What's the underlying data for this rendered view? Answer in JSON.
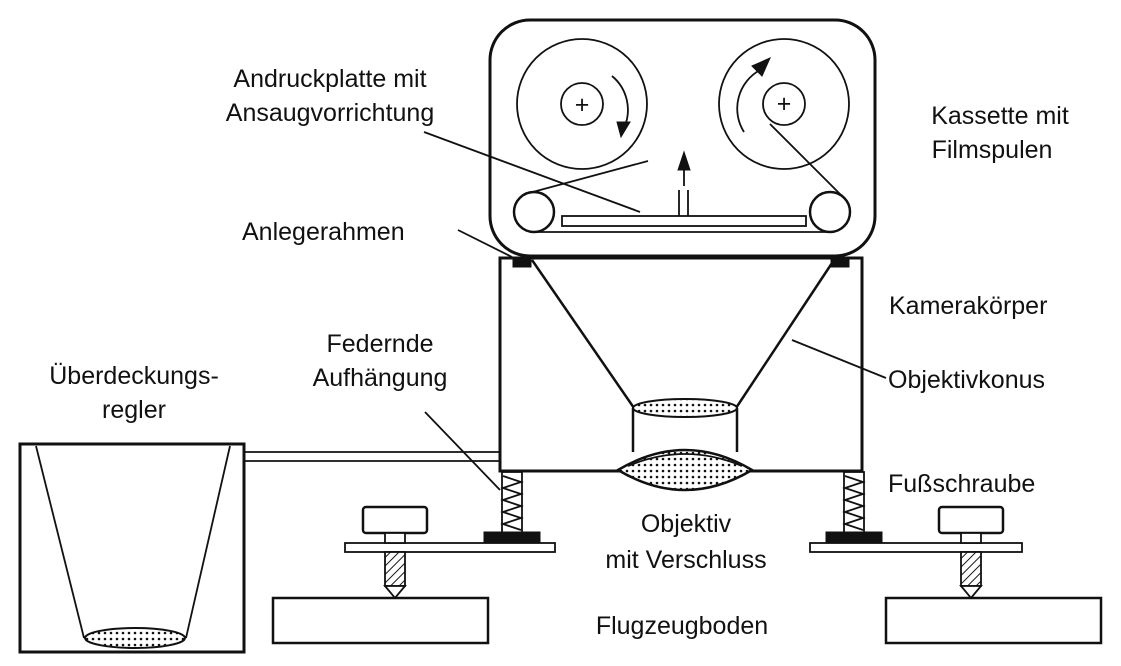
{
  "labels": {
    "andruckplatte_line1": "Andruckplatte mit",
    "andruckplatte_line2": "Ansaugvorrichtung",
    "kassette_line1": "Kassette mit",
    "kassette_line2": "Filmspulen",
    "anlegerahmen": "Anlegerahmen",
    "kamerakoerper": "Kamerakörper",
    "federnde_line1": "Federnde",
    "federnde_line2": "Aufhängung",
    "ueberdeckung_line1": "Überdeckungs-",
    "ueberdeckung_line2": "regler",
    "objektivkonus": "Objektivkonus",
    "fussschraube": "Fußschraube",
    "objektiv_line1": "Objektiv",
    "objektiv_line2": "mit Verschluss",
    "flugzeugboden": "Flugzeugboden"
  },
  "symbols": {
    "spool_hub": "+"
  }
}
